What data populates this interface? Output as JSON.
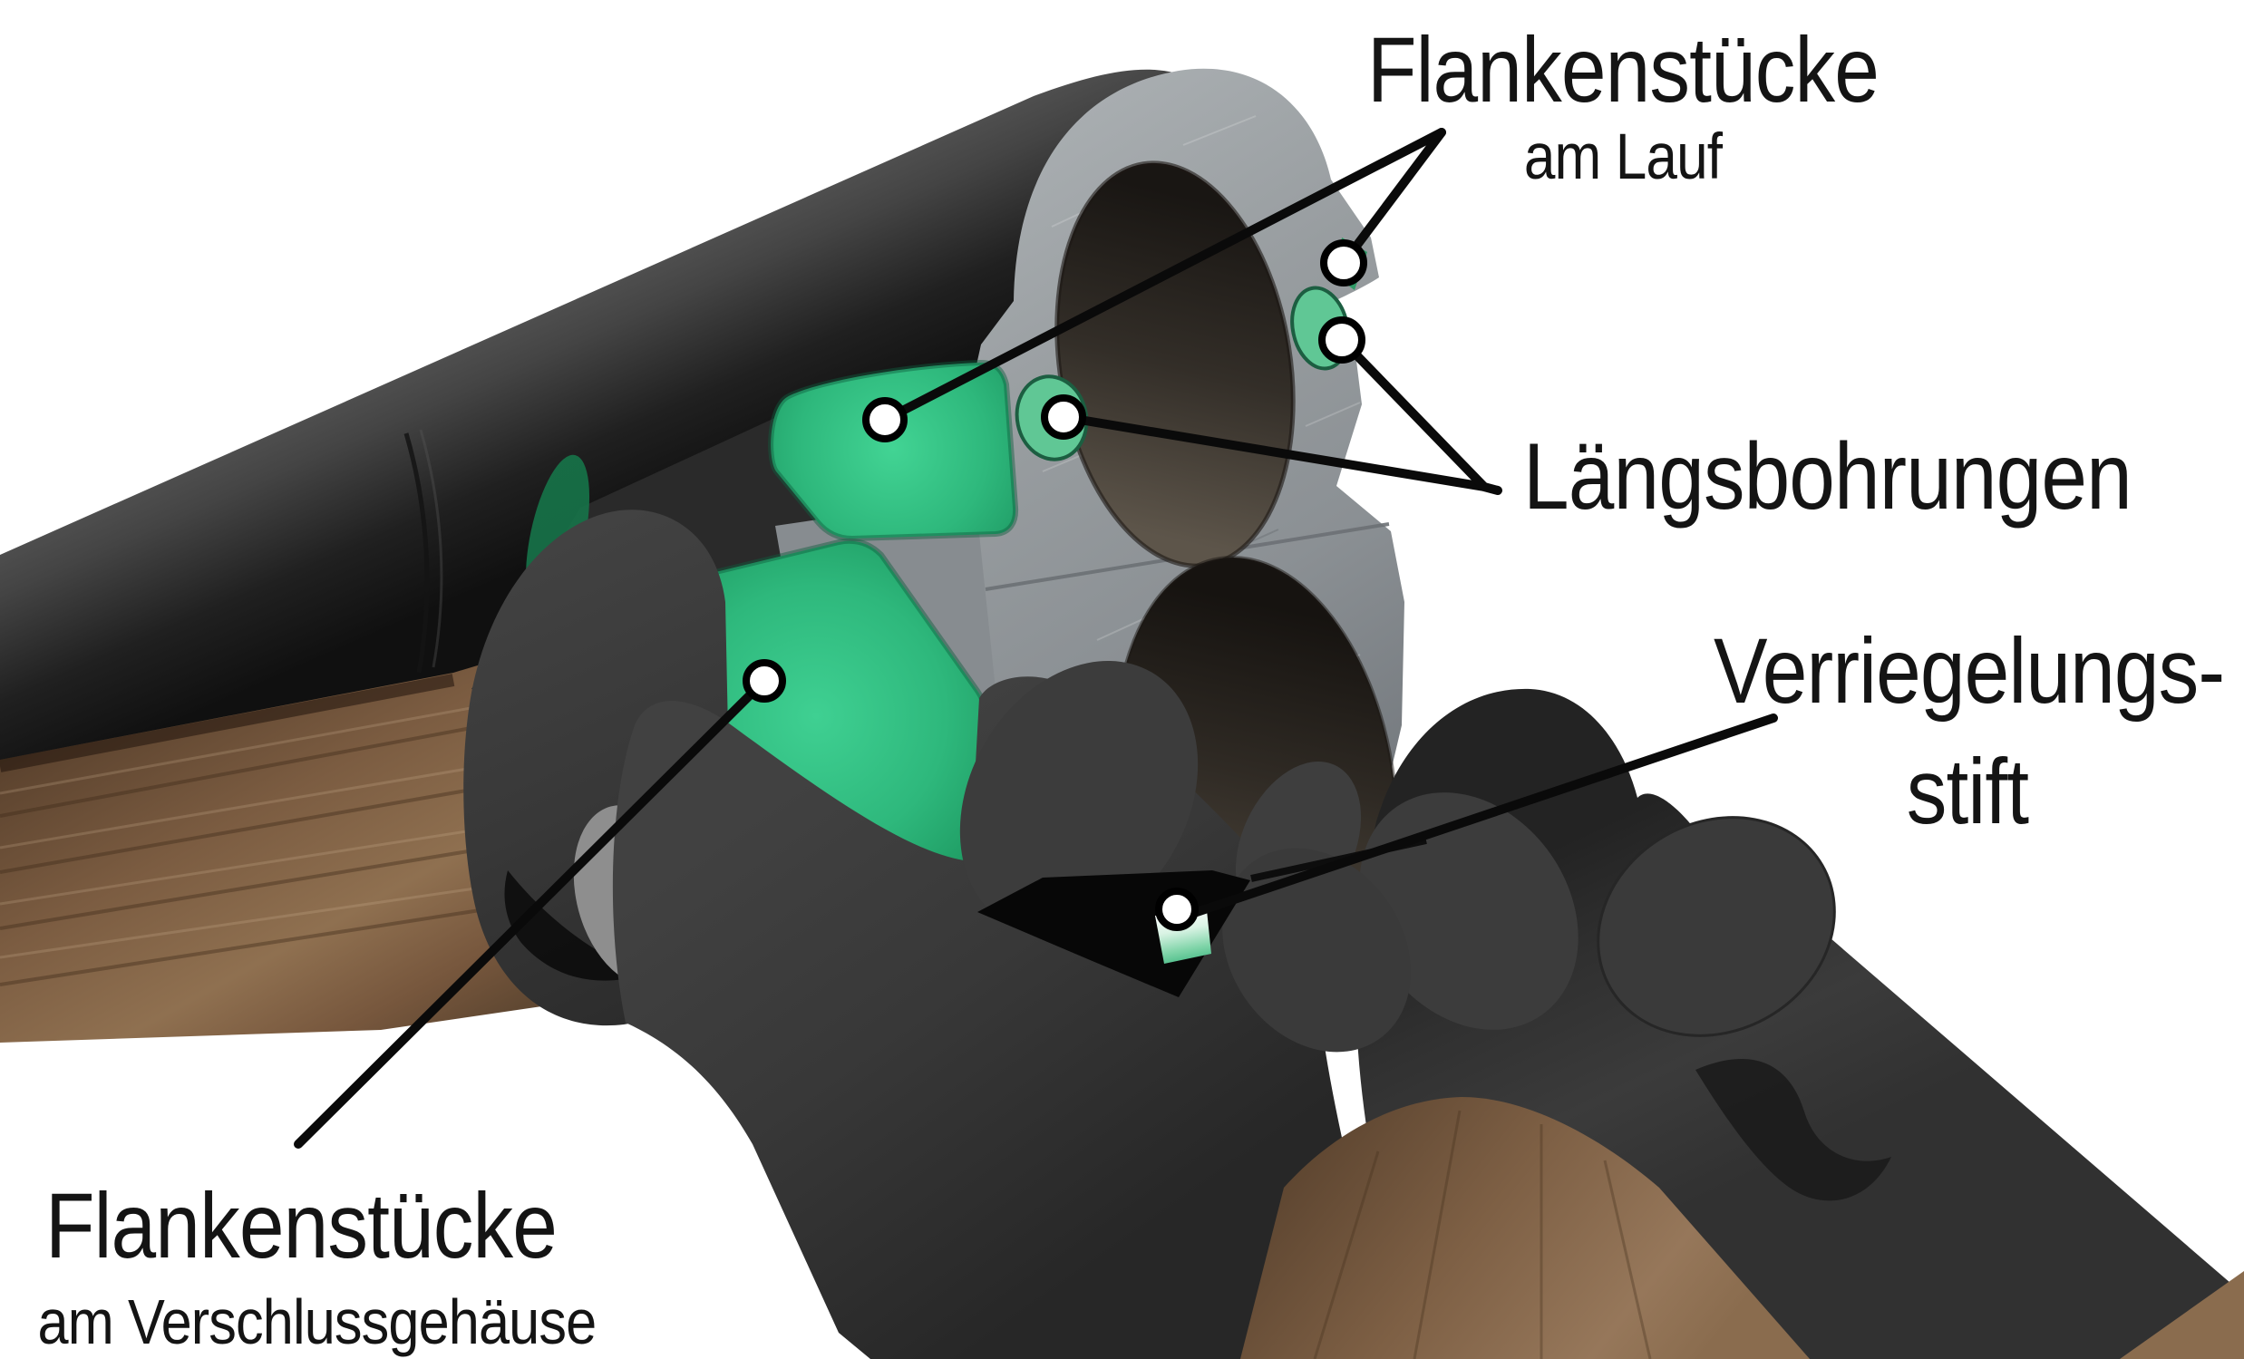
{
  "labels": {
    "flank_barrel": {
      "title": "Flankenstücke",
      "subtitle": "am Lauf"
    },
    "longitudinal_bores": {
      "title": "Längsbohrungen"
    },
    "locking_pin": {
      "line1": "Verriegelungs-",
      "line2": "stift"
    },
    "flank_receiver": {
      "title": "Flankenstücke",
      "subtitle": "am Verschlussgehäuse"
    }
  },
  "colors": {
    "bg": "#ffffff",
    "ink": "#141414",
    "accent-green": "#2eb87c",
    "green-bright": "#3fcd8f",
    "green-deep": "#15714a",
    "steel-gray": "#9aa0a4",
    "barrel-dark": "#1c1c1c",
    "receiver-gray": "#383838",
    "wood-brown": "#7b5c41",
    "callout-dot": "#ffffff",
    "leader-line": "#0a0a0a"
  },
  "callouts": {
    "flank_piece_on_barrel_left": "dot on upper green flank piece",
    "flank_piece_on_barrel_right": "dot on right flange green notch",
    "bore_hole_left": "dot on green longitudinal bore beside upper barrel bore",
    "bore_hole_right": "dot on right green longitudinal bore",
    "flank_piece_on_receiver": "dot on lower green flank piece",
    "locking_pin": "dot on locking pin recess"
  }
}
